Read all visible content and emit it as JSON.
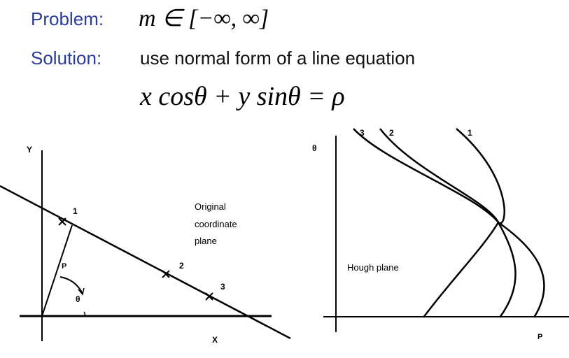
{
  "header": {
    "problem_label": "Problem:",
    "problem_math": "m ∈ [−∞, ∞]",
    "solution_label": "Solution:",
    "solution_text": "use normal form of a line equation",
    "equation": "x cosθ + y sinθ = ρ"
  },
  "left_diagram": {
    "y_axis_label": "Y",
    "x_axis_label": "X",
    "rho_label": "P",
    "theta_label": "θ",
    "point_labels": [
      "1",
      "2",
      "3"
    ],
    "plane_label_lines": [
      "Original",
      "coordinate",
      "plane"
    ]
  },
  "right_diagram": {
    "theta_axis_label": "θ",
    "rho_axis_label": "P",
    "curve_labels": [
      "3",
      "2",
      "1"
    ],
    "plane_label": "Hough plane"
  }
}
